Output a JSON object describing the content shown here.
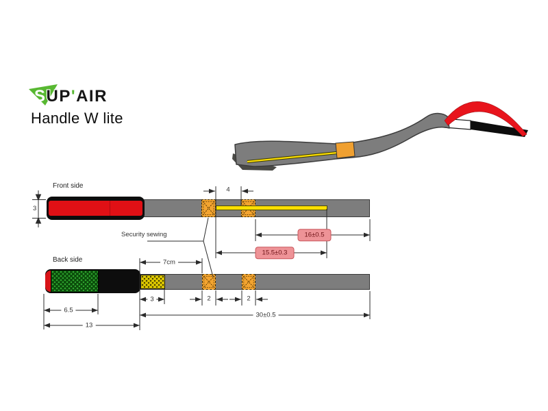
{
  "header": {
    "logo": {
      "s": "S",
      "up": "UP",
      "apostrophe": "'",
      "air": "AIR"
    },
    "title": "Handle W lite"
  },
  "diagram": {
    "front": {
      "label": "Front side"
    },
    "back": {
      "label": "Back side"
    },
    "security_sewing_label": "Security sewing",
    "dimensions": {
      "strap_height": "3",
      "patch_gap": "4",
      "patch2_to_end": "16±0.5",
      "cord_length": "15.5±0.3",
      "sleeve_to_patch": "7cm",
      "mesh_width": "3",
      "patch1_width": "2",
      "patch2_width": "2",
      "green_length": "6.5",
      "handle_length": "13",
      "total_length": "30±0.5"
    }
  },
  "colors": {
    "accent_red": "#e8141c",
    "strap_gray": "#7d7d7d",
    "patch_orange": "#f3a430",
    "cord_yellow": "#ffdf00",
    "badge_pink": "#ee9397",
    "logo_green": "#58b832"
  }
}
